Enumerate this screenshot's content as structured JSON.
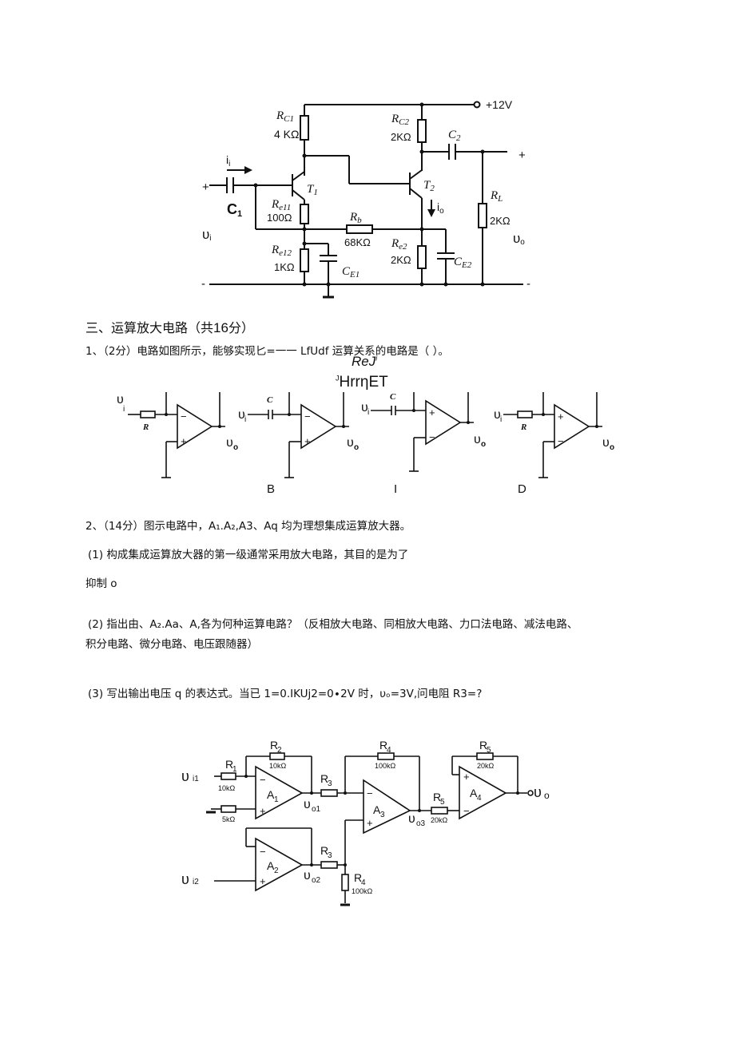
{
  "circuit1": {
    "vcc": "+12V",
    "rc1_label": "R",
    "rc1_sub": "C1",
    "rc1_value": "4 KΩ",
    "rc2_label": "R",
    "rc2_sub": "C2",
    "rc2_value": "2KΩ",
    "c2_label": "C",
    "c2_sub": "2",
    "plus_out": "+",
    "ii_label": "i",
    "ii_sub": "i",
    "plus_in": "+",
    "t1_label": "T",
    "t1_sub": "1",
    "t2_label": "T",
    "t2_sub": "2",
    "re11_label": "R",
    "re11_sub": "e11",
    "re11_value": "100Ω",
    "c1_label": "C",
    "c1_sub": "1",
    "io_label": "i",
    "io_sub": "o",
    "rl_label": "R",
    "rl_sub": "L",
    "rl_value": "2KΩ",
    "vi_label": "υ",
    "vi_sub": "i",
    "rb_label": "R",
    "rb_sub": "b",
    "rb_value": "68KΩ",
    "vo_label": "υ",
    "vo_sub": "o",
    "re12_label": "R",
    "re12_sub": "e12",
    "re12_value": "1KΩ",
    "ce1_label": "C",
    "ce1_sub": "E1",
    "re2_label": "R",
    "re2_sub": "e2",
    "re2_value": "2KΩ",
    "ce2_label": "C",
    "ce2_sub": "E2",
    "minus_in": "-",
    "minus_out": "-"
  },
  "section3": {
    "heading_prefix": "三、运算放大电路（共",
    "heading_num": "16",
    "heading_suffix": "分）"
  },
  "q1": {
    "text": "1、（2分）电路如图所示，能够实现匕=一一 LfUdf 运算关系的电路是（                    ）。",
    "garble1": "ReJ",
    "garble1_sup": "i",
    "garble2_sup": "J",
    "garble2": "HrrηET"
  },
  "opamp_small": {
    "vi": "υ",
    "vi_sub": "i",
    "r": "R",
    "c": "C",
    "vo": "υ",
    "vo_sub": "o",
    "minus": "−",
    "plus": "+"
  },
  "option_labels": [
    "B",
    "I",
    "D"
  ],
  "q2": {
    "title": "2、（14分）图示电路中，A₁.A₂,A3、Aq 均为理想集成运算放大器。",
    "p1_line1": "(1) 构成集成运算放大器的第一级通常采用放大电路，其目的是为了",
    "p1_line2": "抑制 o",
    "p2_line1": "(2) 指出由、A₂.Aa、A,各为何种运算电路？（反相放大电路、同相放大电路、力口法电路、减法电路、",
    "p2_line2": "积分电路、微分电路、电压跟随器）",
    "p3": "(3) 写出输出电压 q 的表达式。当已 1=0.IKUj2=0∙2V 时，υₒ=3V,问电阻 R3=?"
  },
  "circuit2": {
    "r1": "R",
    "r1_sub": "1",
    "r1_val": "10kΩ",
    "r2": "R",
    "r2_sub": "2",
    "r2_val": "10kΩ",
    "r3a": "R",
    "r3a_sub": "3",
    "r4a": "R",
    "r4a_sub": "4",
    "r4a_val": "100kΩ",
    "r5": "R",
    "r5_sub": "5",
    "r5_val": "20kΩ",
    "r5b_val": "20kΩ",
    "r3b": "R",
    "r3b_sub": "3",
    "r4b": "R",
    "r4b_sub": "4",
    "r4b_val": "100kΩ",
    "rg_val": "5kΩ",
    "a1": "A",
    "a1_sub": "1",
    "a2": "A",
    "a2_sub": "2",
    "a3": "A",
    "a3_sub": "3",
    "a4": "A",
    "a4_sub": "4",
    "vi1": "υ",
    "vi1_sub": "i1",
    "vi2": "υ",
    "vi2_sub": "i2",
    "vo1": "υ",
    "vo1_sub": "o1",
    "vo2": "υ",
    "vo2_sub": "o2",
    "vo3": "υ",
    "vo3_sub": "o3",
    "vo": "υ",
    "vo_sub": "o",
    "minus": "−",
    "plus": "+"
  }
}
